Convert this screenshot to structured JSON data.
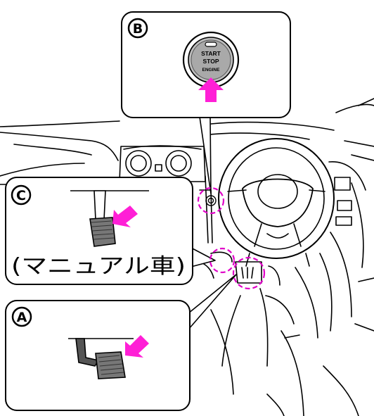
{
  "callouts": {
    "b": {
      "label": "B"
    },
    "c": {
      "label": "C",
      "caption": "(マニュアル車)"
    },
    "a": {
      "label": "A"
    }
  },
  "engine_button": {
    "line1": "START",
    "line2": "STOP",
    "line3": "ENGINE"
  },
  "colors": {
    "accent_arrow": "#ff1fd6",
    "highlight_dash": "#e000c8",
    "line": "#000000",
    "pedal_shade": "#777777"
  },
  "icons": {
    "arrow": "pink-push-arrow",
    "highlight": "dashed-circle-highlight"
  }
}
